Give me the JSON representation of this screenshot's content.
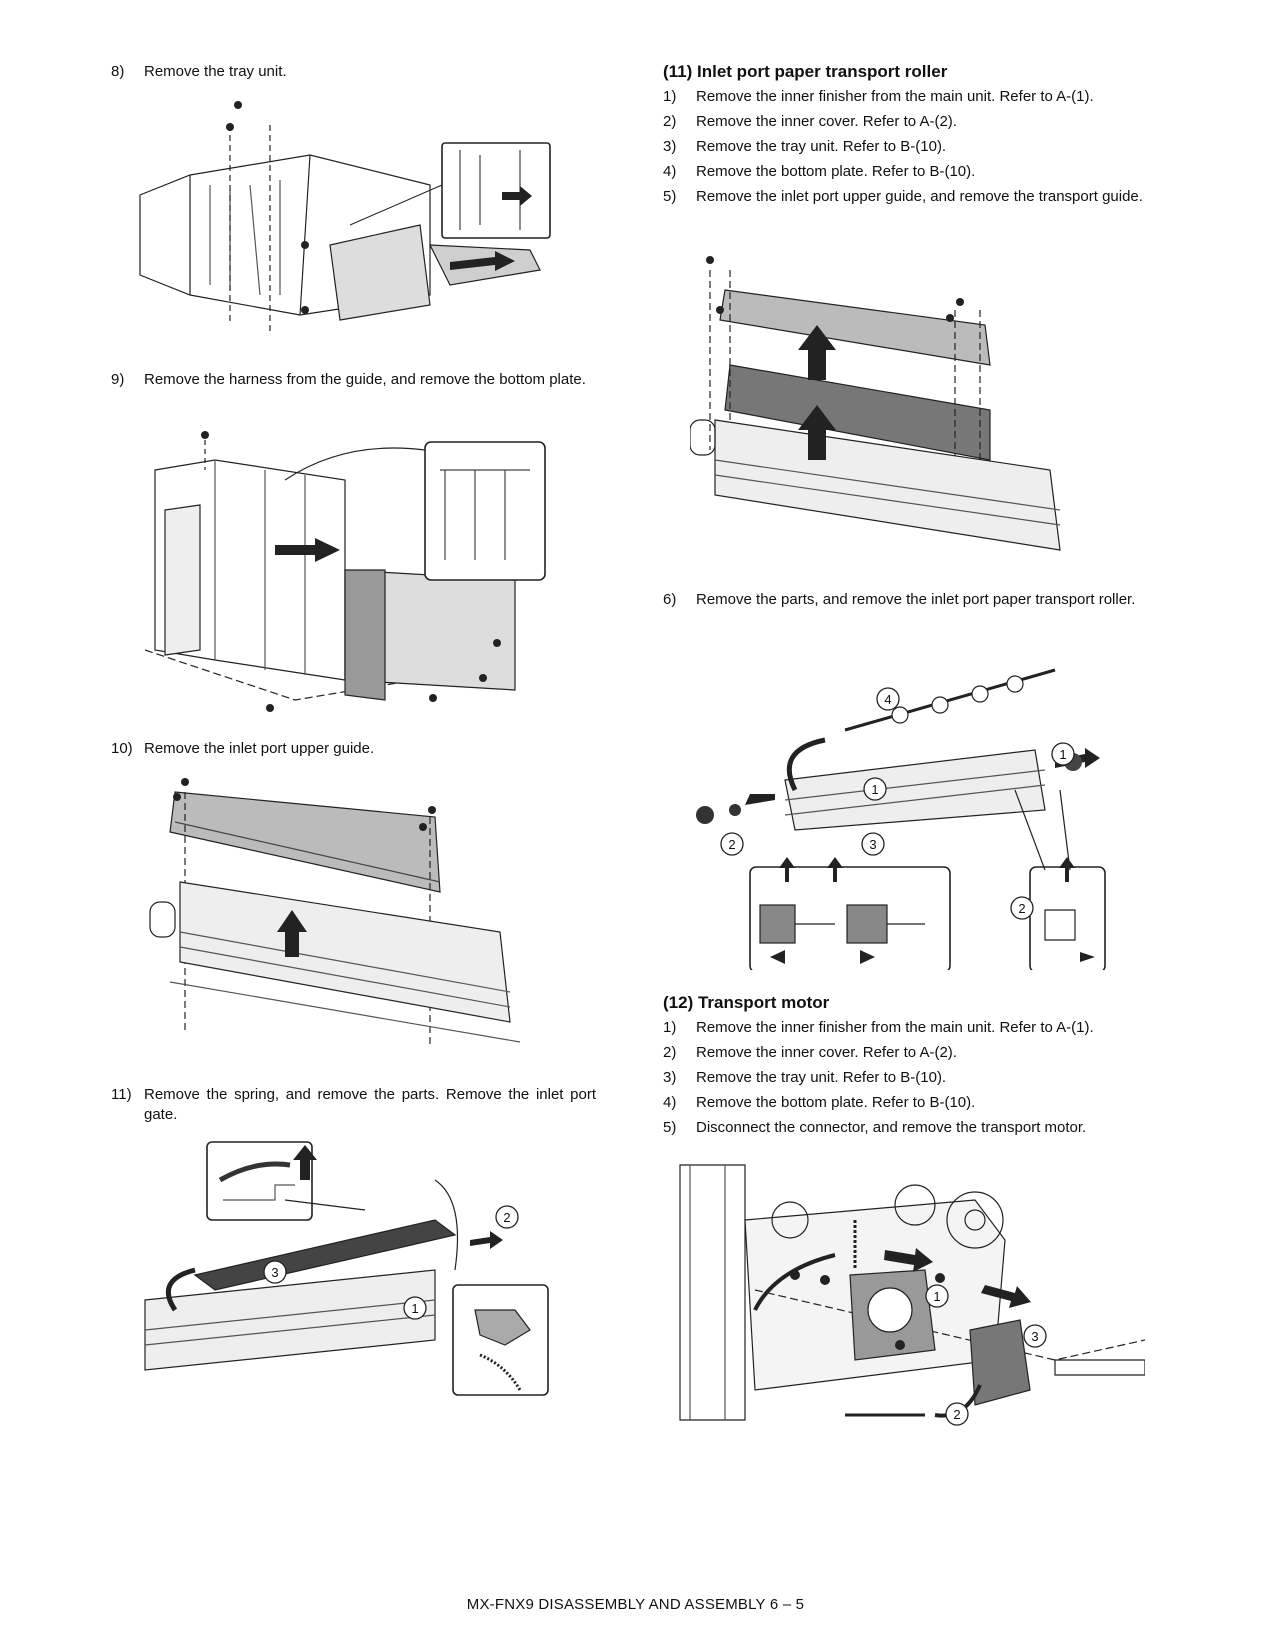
{
  "left_steps": {
    "s8": {
      "num": "8)",
      "text": "Remove the tray unit."
    },
    "s9": {
      "num": "9)",
      "text": "Remove the harness from the guide, and remove the bottom plate."
    },
    "s10": {
      "num": "10)",
      "text": "Remove the inlet port upper guide."
    },
    "s11": {
      "num": "11)",
      "text": "Remove the spring, and remove the parts. Remove the inlet port gate."
    }
  },
  "section11": {
    "heading": "(11)  Inlet port paper transport roller",
    "steps": [
      {
        "num": "1)",
        "text": "Remove the inner finisher from the main unit. Refer to A-(1)."
      },
      {
        "num": "2)",
        "text": "Remove the inner cover. Refer to A-(2)."
      },
      {
        "num": "3)",
        "text": "Remove the tray unit. Refer to B-(10)."
      },
      {
        "num": "4)",
        "text": "Remove the bottom plate. Refer to B-(10)."
      },
      {
        "num": "5)",
        "text": "Remove the inlet port upper guide, and remove the transport guide."
      },
      {
        "num": "6)",
        "text": "Remove the parts, and remove the inlet port paper transport roller."
      }
    ]
  },
  "section12": {
    "heading": "(12)  Transport motor",
    "steps": [
      {
        "num": "1)",
        "text": "Remove the inner finisher from the main unit. Refer to A-(1)."
      },
      {
        "num": "2)",
        "text": "Remove the inner cover. Refer to A-(2)."
      },
      {
        "num": "3)",
        "text": "Remove the tray unit. Refer to B-(10)."
      },
      {
        "num": "4)",
        "text": "Remove the bottom plate. Refer to B-(10)."
      },
      {
        "num": "5)",
        "text": "Disconnect the connector, and remove the transport motor."
      }
    ]
  },
  "callouts": {
    "one": "1",
    "two": "2",
    "three": "3",
    "four": "4"
  },
  "footer": "MX-FNX9  DISASSEMBLY AND ASSEMBLY  6 – 5"
}
